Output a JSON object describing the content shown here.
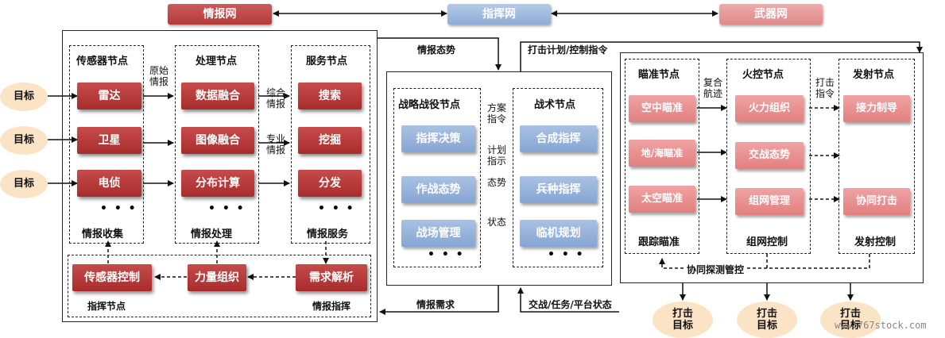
{
  "networks": {
    "intel": "情报网",
    "command": "指挥网",
    "weapon": "武器网"
  },
  "target": "目标",
  "intel": {
    "sensor_title": "传感器节点",
    "sensors": [
      "雷达",
      "卫星",
      "电侦"
    ],
    "sensor_footer": "情报收集",
    "process_title": "处理节点",
    "processes": [
      "数据融合",
      "图像融合",
      "分布计算"
    ],
    "process_footer": "情报处理",
    "service_title": "服务节点",
    "services": [
      "搜索",
      "挖掘",
      "分发"
    ],
    "service_footer": "情报服务",
    "raw_intel": "原始情报",
    "integrated_intel": "综合情报",
    "special_intel": "专业情报",
    "command_node": "指挥节点",
    "intel_command": "情报指挥",
    "ctrl": [
      "传感器控制",
      "力量组织",
      "需求解析"
    ],
    "ellipsis": "• • •"
  },
  "command": {
    "situation": "情报态势",
    "demand": "情报需求",
    "strategic_title": "战略战役节点",
    "strategic": [
      "指挥决策",
      "作战态势",
      "战场管理"
    ],
    "tactical_title": "战术节点",
    "tactical": [
      "合成指挥",
      "兵种指挥",
      "临机规划"
    ],
    "plan_cmd": "方案指令",
    "plan_instruct": "计划指示",
    "posture": "态势",
    "status": "状态"
  },
  "weapon": {
    "strike_plan": "打击计划/控制指令",
    "engage": "交战/任务/平台状态",
    "aim_title": "瞄准节点",
    "aims": [
      "空中瞄准",
      "地/海瞄准",
      "太空瞄准"
    ],
    "aim_footer": "跟踪瞄准",
    "fire_title": "火控节点",
    "fires": [
      "火力组织",
      "交战态势",
      "组网管理"
    ],
    "fire_footer": "组网控制",
    "launch_title": "发射节点",
    "launches": [
      "接力制导",
      "协同打击"
    ],
    "launch_footer": "发射控制",
    "composite_track": "复合航迹",
    "strike_cmd": "打击指令",
    "coop_detect": "协同探测管控",
    "strike_target": "打击目标"
  },
  "watermark": "www.767stock.com",
  "colors": {
    "intel": "#c0504d",
    "command": "#95b3d7",
    "weapon": "#e6999a"
  }
}
